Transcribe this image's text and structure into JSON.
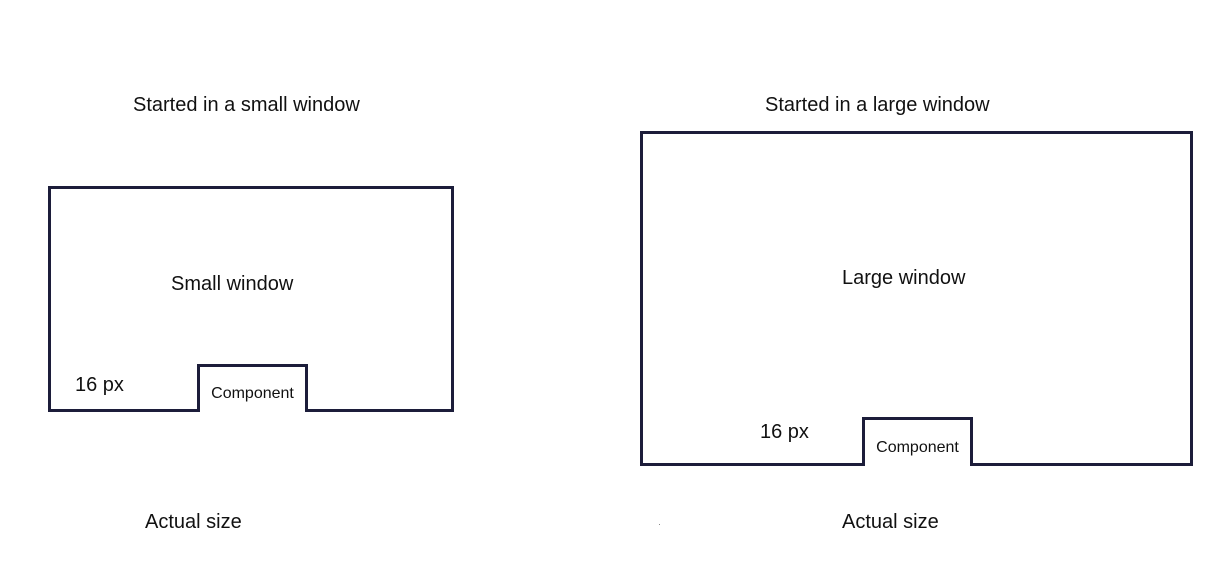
{
  "left": {
    "title": "Started in a small window",
    "window_label": "Small window",
    "gap_label": "16 px",
    "component_label": "Component",
    "footer": "Actual size"
  },
  "right": {
    "title": "Started in a large window",
    "window_label": "Large window",
    "gap_label": "16 px",
    "component_label": "Component",
    "footer": "Actual size"
  },
  "colors": {
    "outline": "#1c1d3a",
    "text": "#111111",
    "background": "#ffffff"
  }
}
